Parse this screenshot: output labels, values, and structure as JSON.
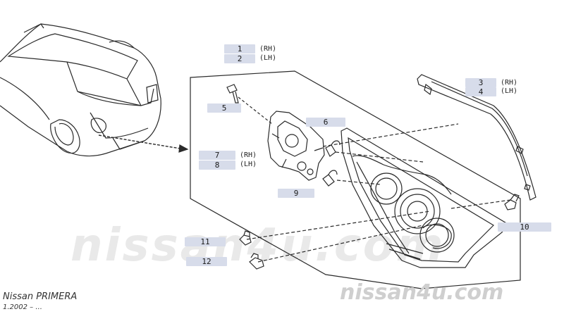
{
  "callouts": {
    "c1": "1",
    "c2": "2",
    "c3": "3",
    "c4": "4",
    "c5": "5",
    "c6": "6",
    "c7": "7",
    "c8": "8",
    "c9": "9",
    "c10": "10",
    "c11": "11",
    "c12": "12"
  },
  "side_labels": {
    "rh": "(RH)",
    "lh": "(LH)"
  },
  "watermark": {
    "large": "nissan4u.com",
    "small": "nissan4u.com"
  },
  "footer": {
    "make_model": "Nissan PRIMERA",
    "date_range": "1.2002 – ..."
  },
  "colors": {
    "callout_fill": "#d7dcea",
    "line": "#2a2a2a",
    "watermark": "#cfcfcf"
  }
}
